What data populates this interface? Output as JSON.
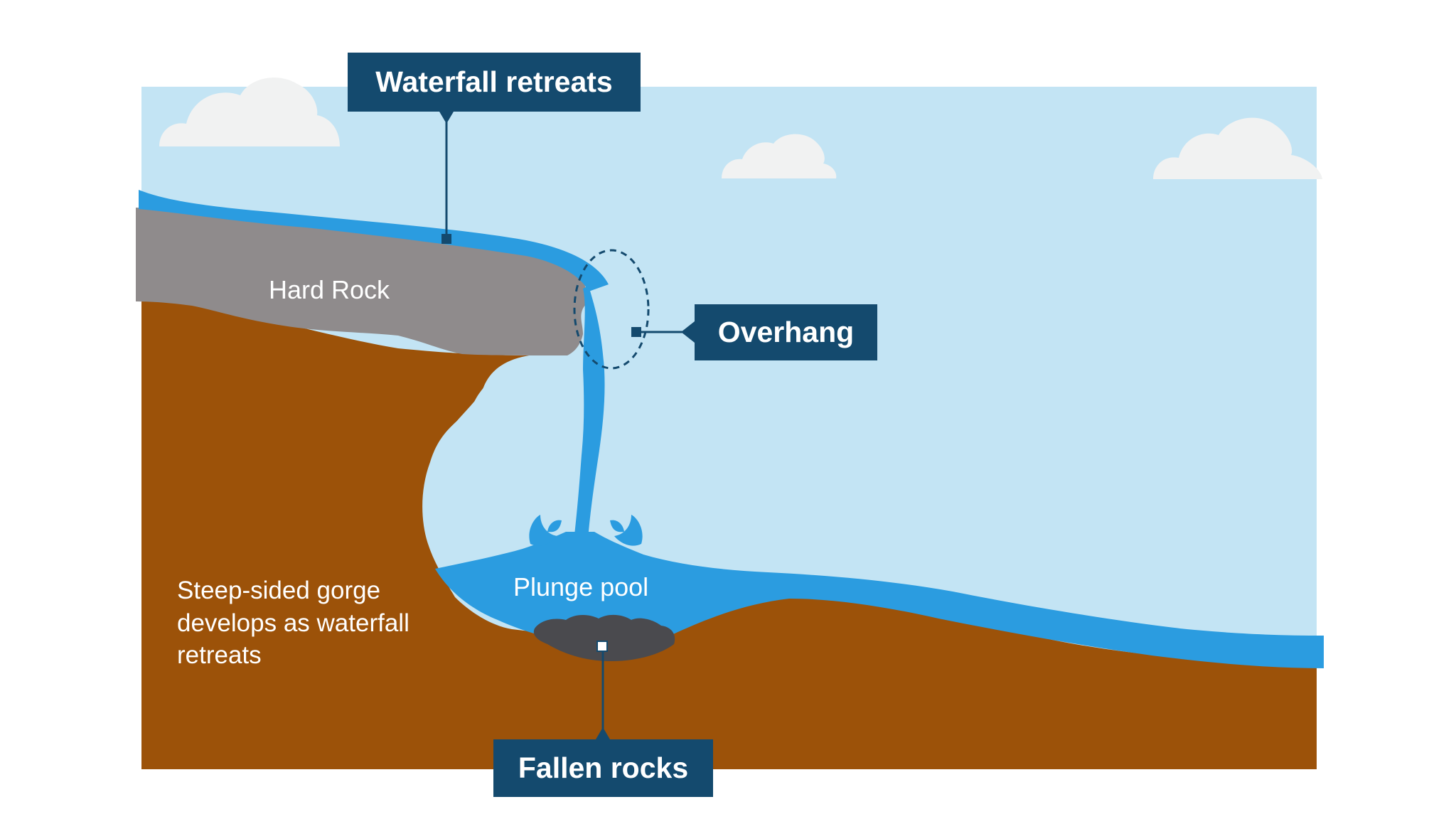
{
  "labels": {
    "waterfall_retreats": "Waterfall retreats",
    "overhang": "Overhang",
    "fallen_rocks": "Fallen rocks",
    "hard_rock": "Hard Rock",
    "plunge_pool": "Plunge pool",
    "gorge": "Steep-sided gorge develops as waterfall retreats"
  },
  "colors": {
    "sky": "#c3e4f4",
    "cloud": "#f1f2f2",
    "water": "#2b9ce0",
    "ground": "#9c5209",
    "hard_rock": "#8f8b8c",
    "fallen_rocks": "#4a4a4e",
    "callout": "#144a6e",
    "callout_text": "#ffffff"
  },
  "icons": {
    "clouds": "cloud-icon",
    "splash": "splash-icon"
  }
}
